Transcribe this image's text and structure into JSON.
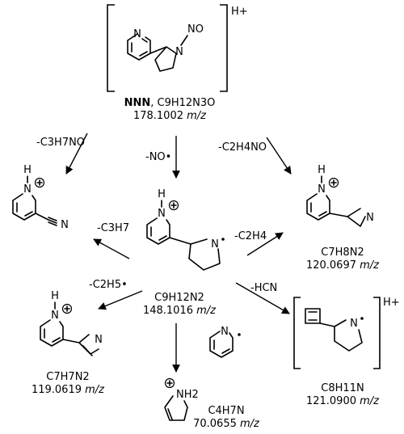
{
  "precursor": {
    "name": "NNN",
    "formula": "C9H12N3O",
    "mz": "178.1002",
    "unit": "m/z",
    "charge": "H+",
    "atoms": {
      "ring_n": "N",
      "amine_n": "N",
      "nitroso": "NO"
    }
  },
  "center": {
    "formula": "C9H12N2",
    "mz": "148.1016",
    "unit": "m/z",
    "atoms": {
      "ring_n": "N",
      "h": "H",
      "amine_n": "N"
    }
  },
  "losses": {
    "c3h7no": "-C3H7NO",
    "no_radical": "-NO•",
    "c2h4no": "-C2H4NO",
    "c3h7": "-C3H7",
    "c2h4": "-C2H4",
    "c2h5_radical": "-C2H5•",
    "hcn": "-HCN"
  },
  "products": {
    "cyanopyridinium": {
      "atoms": {
        "ring_n": "N",
        "h": "H",
        "nitrile_n": "N"
      }
    },
    "aziridinyl": {
      "formula": "C7H8N2",
      "mz": "120.0697",
      "unit": "m/z",
      "atoms": {
        "ring_n": "N",
        "h": "H",
        "aziridine_n": "N"
      }
    },
    "azirinyl": {
      "formula": "C7H7N2",
      "mz": "119.0619",
      "unit": "m/z",
      "atoms": {
        "ring_n": "N",
        "h": "H",
        "azirine_n": "N"
      }
    },
    "pyrroline": {
      "formula": "C4H7N",
      "mz": "70.0655",
      "unit": "m/z",
      "atoms": {
        "nh2": "NH2"
      }
    },
    "cyclobutadienyl": {
      "formula": "C8H11N",
      "mz": "121.0900",
      "unit": "m/z",
      "charge": "H+",
      "atoms": {
        "amine_n": "N"
      }
    },
    "pyridyl_radical": {
      "atoms": {
        "ring_n": "N"
      }
    }
  }
}
